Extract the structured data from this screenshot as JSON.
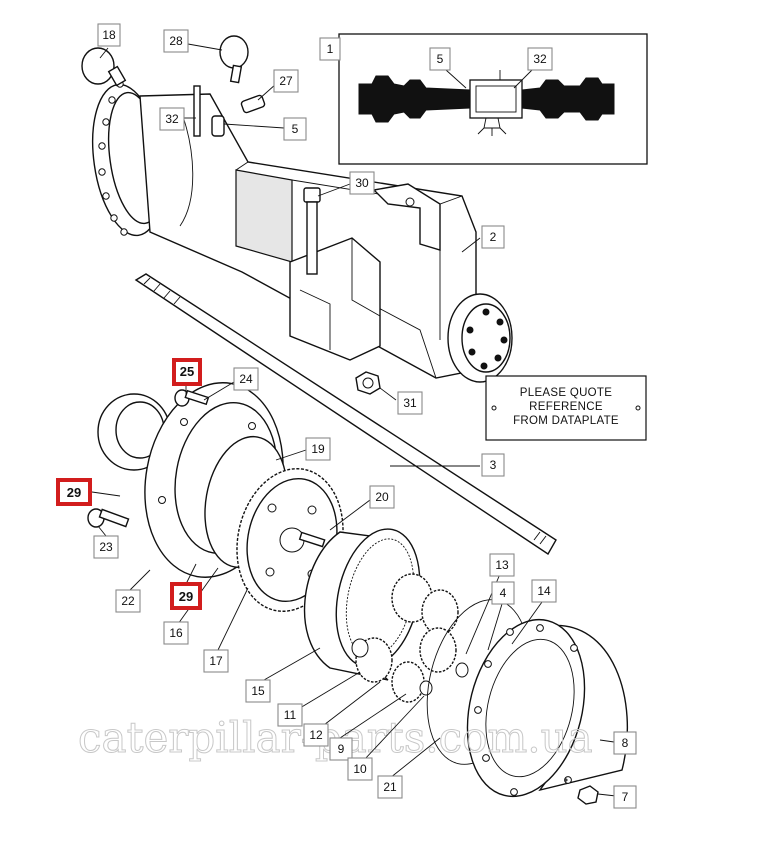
{
  "callouts": [
    {
      "id": "18",
      "highlight": false
    },
    {
      "id": "28",
      "highlight": false
    },
    {
      "id": "27",
      "highlight": false
    },
    {
      "id": "32",
      "highlight": false
    },
    {
      "id": "5",
      "highlight": false
    },
    {
      "id": "30",
      "highlight": false
    },
    {
      "id": "2",
      "highlight": false
    },
    {
      "id": "25",
      "highlight": true
    },
    {
      "id": "24",
      "highlight": false
    },
    {
      "id": "31",
      "highlight": false
    },
    {
      "id": "19",
      "highlight": false
    },
    {
      "id": "3",
      "highlight": false
    },
    {
      "id": "29",
      "highlight": true
    },
    {
      "id": "20",
      "highlight": false
    },
    {
      "id": "23",
      "highlight": false
    },
    {
      "id": "22",
      "highlight": false
    },
    {
      "id": "29",
      "highlight": true
    },
    {
      "id": "16",
      "highlight": false
    },
    {
      "id": "13",
      "highlight": false
    },
    {
      "id": "4",
      "highlight": false
    },
    {
      "id": "14",
      "highlight": false
    },
    {
      "id": "17",
      "highlight": false
    },
    {
      "id": "15",
      "highlight": false
    },
    {
      "id": "11",
      "highlight": false
    },
    {
      "id": "12",
      "highlight": false
    },
    {
      "id": "9",
      "highlight": false
    },
    {
      "id": "8",
      "highlight": false
    },
    {
      "id": "10",
      "highlight": false
    },
    {
      "id": "21",
      "highlight": false
    },
    {
      "id": "7",
      "highlight": false
    }
  ],
  "inset": {
    "number": "1",
    "labels": [
      "5",
      "32"
    ]
  },
  "plate_lines": [
    "PLEASE QUOTE",
    "REFERENCE",
    "FROM DATAPLATE"
  ],
  "watermark": "caterpillar-parts.com.ua",
  "colors": {
    "highlight": "#d21d1d",
    "box_border": "#8a8a8a",
    "ink": "#111111"
  }
}
